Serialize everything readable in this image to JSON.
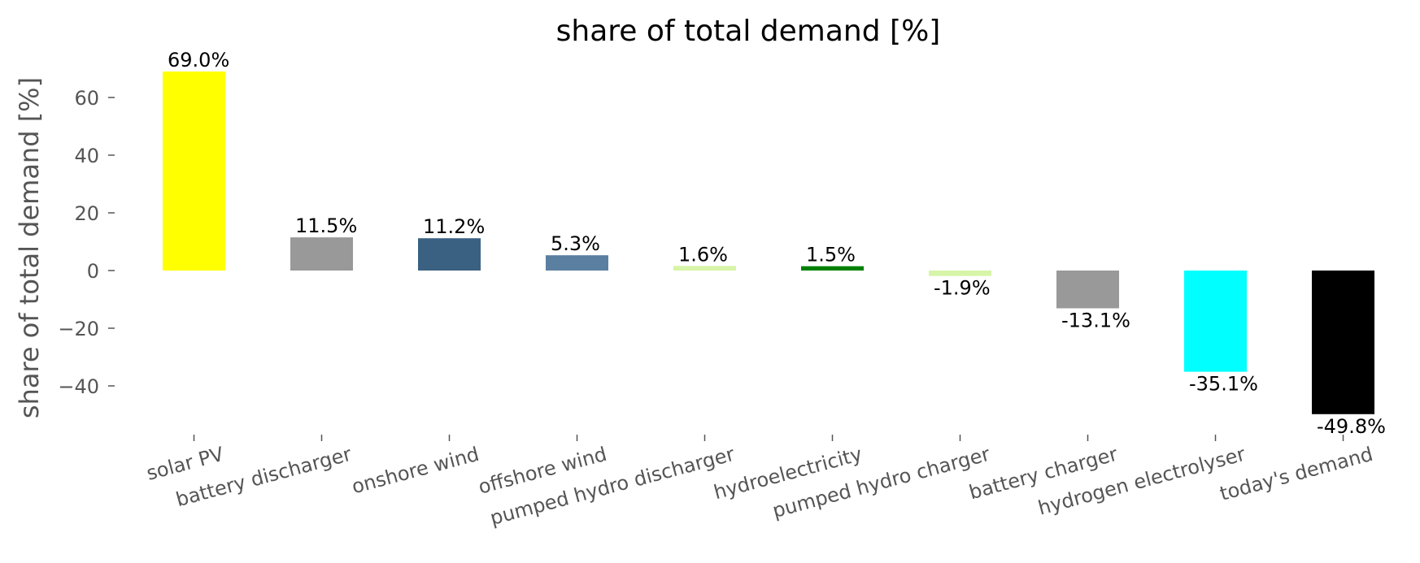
{
  "chart_data": {
    "type": "bar",
    "title": "share of total demand [%]",
    "xlabel": "",
    "ylabel": "share of total demand [%]",
    "ylim": [
      -56,
      72
    ],
    "yticks": [
      60,
      40,
      20,
      0,
      -20,
      -40
    ],
    "ytick_labels": [
      "60",
      "40",
      "20",
      "0",
      "−20",
      "−40"
    ],
    "grid": false,
    "categories": [
      "solar PV",
      "battery discharger",
      "onshore wind",
      "offshore wind",
      "pumped hydro discharger",
      "hydroelectricity",
      "pumped hydro charger",
      "battery charger",
      "hydrogen electrolyser",
      "today's demand"
    ],
    "values": [
      69.0,
      11.5,
      11.2,
      5.3,
      1.6,
      1.5,
      -1.9,
      -13.1,
      -35.1,
      -49.8
    ],
    "data_labels": [
      "69.0%",
      "11.5%",
      "11.2%",
      "5.3%",
      "1.6%",
      "1.5%",
      "-1.9%",
      "-13.1%",
      "-35.1%",
      "-49.8%"
    ],
    "colors": [
      "#ffff00",
      "#999999",
      "#3b6182",
      "#5b7fa0",
      "#d7f5a8",
      "#008000",
      "#d7f5a8",
      "#999999",
      "#00ffff",
      "#000000"
    ]
  }
}
